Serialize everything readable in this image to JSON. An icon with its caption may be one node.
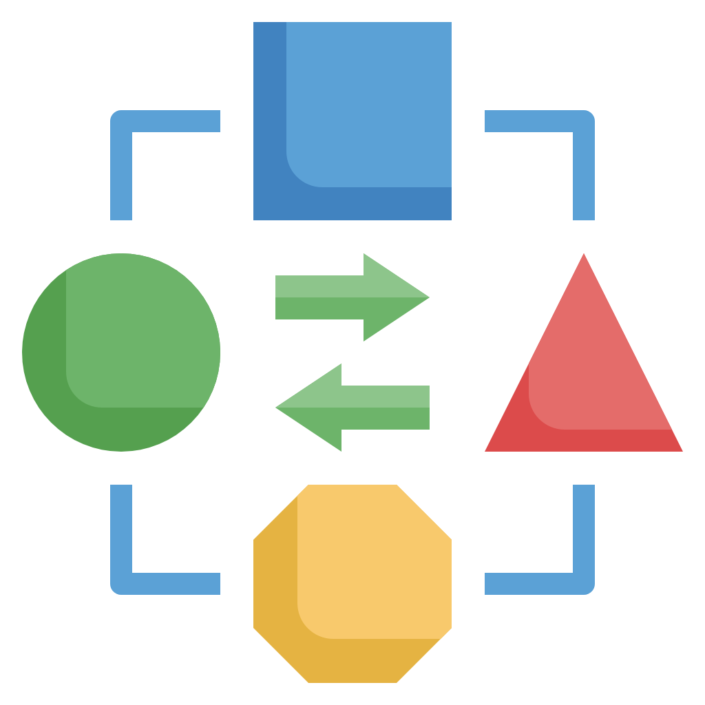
{
  "diagram": {
    "nodes": [
      {
        "text": [],
        "shape": "box"
      },
      {
        "text": [],
        "shape": "circle"
      },
      {
        "text": [],
        "shape": "triangle"
      },
      {
        "text": [],
        "shape": "octagon"
      }
    ],
    "edges": [
      {
        "from": 0,
        "to": 1,
        "arrow": "none"
      },
      {
        "from": 0,
        "to": 2,
        "arrow": "none"
      },
      {
        "from": 1,
        "to": 2,
        "arrow": "to",
        "style": "thick",
        "color": "#6db46a"
      },
      {
        "from": 2,
        "to": 1,
        "arrow": "to",
        "style": "thick",
        "color": "#6db46a"
      },
      {
        "from": 1,
        "to": 3,
        "arrow": "none"
      },
      {
        "from": 2,
        "to": 3,
        "arrow": "none"
      }
    ]
  }
}
